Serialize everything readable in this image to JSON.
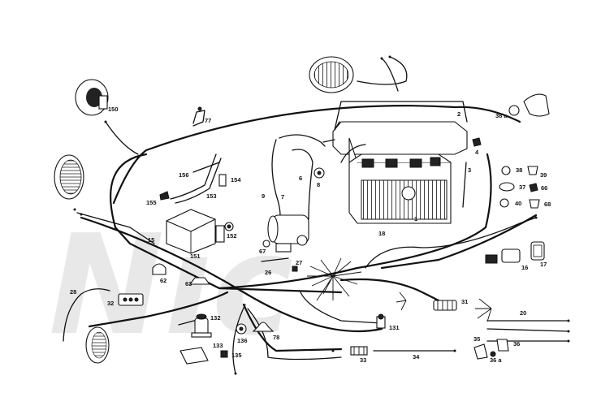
{
  "watermark": "Nic",
  "labels": [
    "1",
    "2",
    "3",
    "4",
    "6",
    "7",
    "8",
    "9",
    "15",
    "16",
    "17",
    "18",
    "20",
    "26",
    "27",
    "28",
    "31",
    "32",
    "33",
    "34",
    "35",
    "36",
    "36 a",
    "37",
    "38",
    "38 a",
    "39",
    "40",
    "62",
    "63",
    "66",
    "67",
    "68",
    "77",
    "78",
    "131",
    "132",
    "133",
    "135",
    "136",
    "150",
    "151",
    "152",
    "153",
    "154",
    "155",
    "156"
  ]
}
